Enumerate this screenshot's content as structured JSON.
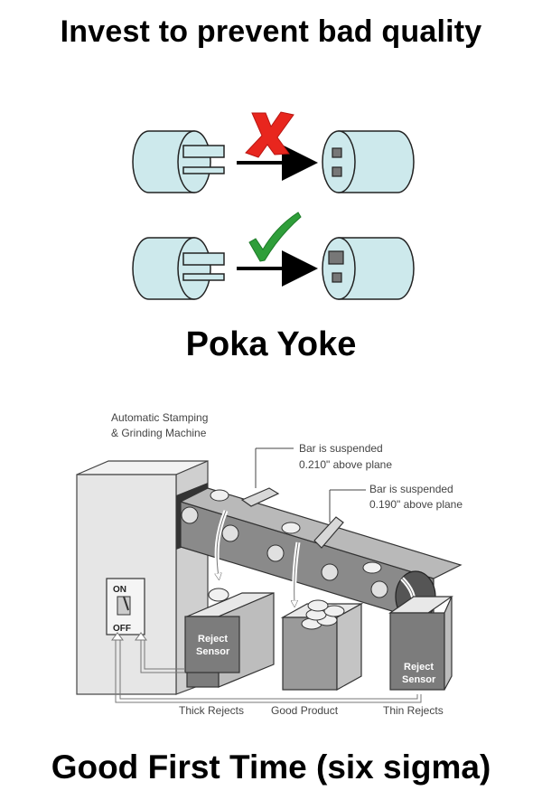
{
  "header": {
    "title": "Invest to prevent bad quality"
  },
  "poka_yoke": {
    "title": "Poka Yoke",
    "rows": [
      {
        "status": "incorrect",
        "mark": "red-x-icon"
      },
      {
        "status": "correct",
        "mark": "green-check-icon"
      }
    ]
  },
  "machine": {
    "name_line1": "Automatic Stamping",
    "name_line2": "& Grinding Machine",
    "bar1_line1": "Bar is suspended",
    "bar1_line2": "0.210\" above plane",
    "bar2_line1": "Bar is suspended",
    "bar2_line2": "0.190\" above plane",
    "switch_on": "ON",
    "switch_off": "OFF",
    "sensor1_line1": "Reject",
    "sensor1_line2": "Sensor",
    "sensor2_line1": "Reject",
    "sensor2_line2": "Sensor",
    "bin_thick": "Thick Rejects",
    "bin_good": "Good Product",
    "bin_thin": "Thin Rejects"
  },
  "footer": {
    "title": "Good First Time (six sigma)"
  },
  "colors": {
    "plug": "#cde9ec",
    "cross": "#e8261e",
    "check": "#2f9e3a",
    "machine": "#e6e6e6"
  }
}
